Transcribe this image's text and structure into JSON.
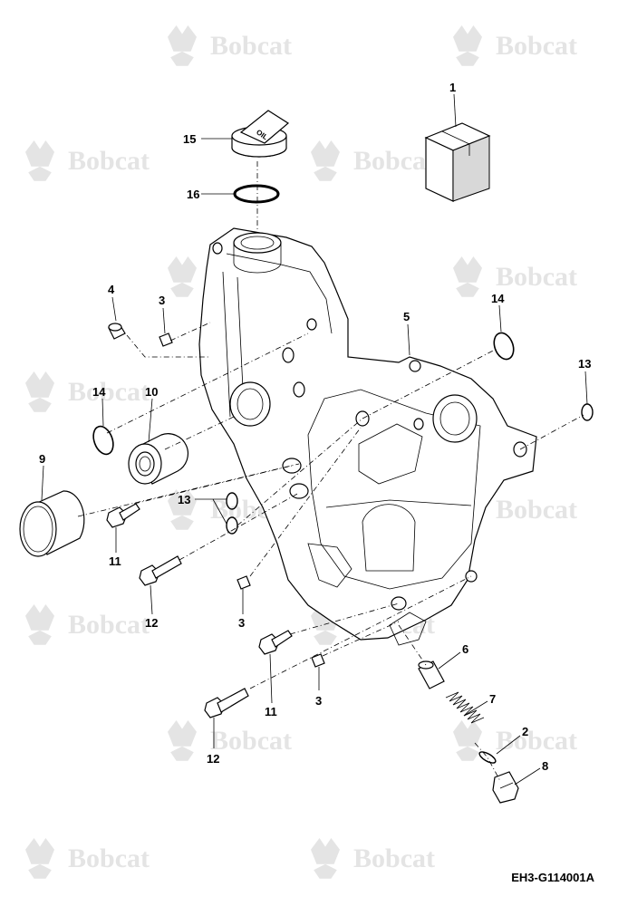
{
  "watermark": {
    "text": "Bobcat"
  },
  "drawing_code": "EH3-G114001A",
  "callouts": {
    "c1": "1",
    "c2": "2",
    "c3a": "3",
    "c3b": "3",
    "c3c": "3",
    "c4": "4",
    "c5": "5",
    "c6": "6",
    "c7": "7",
    "c8": "8",
    "c9": "9",
    "c10": "10",
    "c11a": "11",
    "c11b": "11",
    "c12a": "12",
    "c12b": "12",
    "c13a": "13",
    "c13b": "13",
    "c14a": "14",
    "c14b": "14",
    "c15": "15",
    "c16": "16"
  },
  "oil_cap_label": "OIL"
}
